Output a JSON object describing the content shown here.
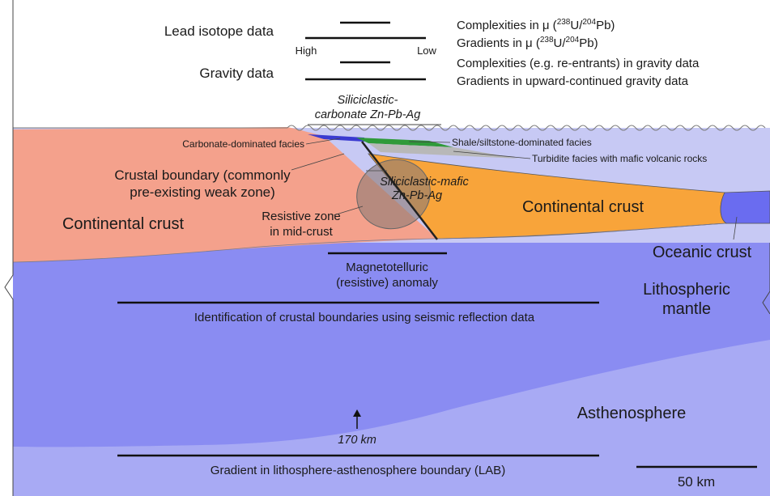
{
  "legend": {
    "lead_isotope_label": "Lead isotope data",
    "gravity_label": "Gravity data",
    "high_label": "High",
    "low_label": "Low",
    "complexities_mu_prefix": "Complexities in μ (",
    "gradients_mu_prefix": "Gradients in μ (",
    "mu_sup1": "238",
    "mu_u": "U/",
    "mu_sup2": "204",
    "mu_pb": "Pb)",
    "complexities_gravity": "Complexities (e.g. re-entrants) in gravity data",
    "gradients_gravity": "Gradients in upward-continued gravity data"
  },
  "deposits": {
    "siliciclastic_carbonate_line1": "Siliciclastic-",
    "siliciclastic_carbonate_line2": "carbonate Zn-Pb-Ag",
    "siliciclastic_mafic_line1": "Siliciclastic-mafic",
    "siliciclastic_mafic_line2": "Zn-Pb-Ag"
  },
  "facies": {
    "carbonate": "Carbonate-dominated facies",
    "shale": "Shale/siltstone-dominated facies",
    "turbidite": "Turbidite facies with mafic volcanic rocks"
  },
  "labels": {
    "crustal_boundary_line1": "Crustal boundary (commonly",
    "crustal_boundary_line2": "pre-existing weak zone)",
    "continental_crust_left": "Continental crust",
    "continental_crust_right": "Continental crust",
    "resistive_line1": "Resistive zone",
    "resistive_line2": "in mid-crust",
    "oceanic_crust": "Oceanic crust",
    "mt_line1": "Magnetotelluric",
    "mt_line2": "(resistive) anomaly",
    "lithospheric_line1": "Lithospheric",
    "lithospheric_line2": "mantle",
    "seismic": "Identification of crustal boundaries using seismic reflection data",
    "asthenosphere": "Asthenosphere",
    "depth": "170 km",
    "lab": "Gradient in lithosphere-asthenosphere boundary (LAB)",
    "scale": "50 km"
  },
  "colors": {
    "sea": "#c7c9f4",
    "left_crust": "#f4a18c",
    "right_crust": "#f8a43a",
    "oceanic_crust": "#6a6cf0",
    "lithospheric_mantle": "#8a8cf2",
    "asthenosphere": "#a8aaf4",
    "shale": "#2f9a3a",
    "turbidite": "#b8b8b8",
    "carbonate": "#3a3ad0",
    "resistive_zone": "#8c7b74"
  }
}
